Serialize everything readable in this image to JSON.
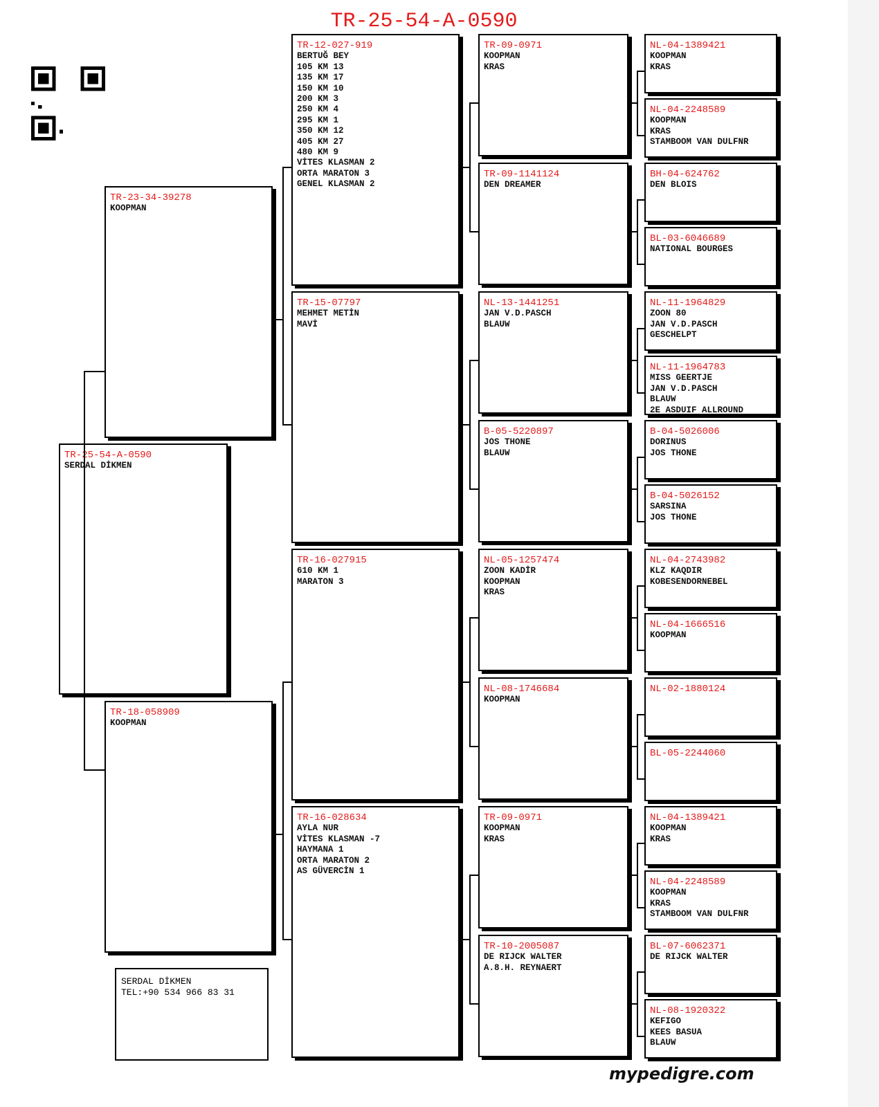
{
  "title": "TR-25-54-A-0590",
  "footer": "mypedigre.com",
  "contact": {
    "name": "SERDAL DİKMEN",
    "phone": "TEL:+90 534 966 83 31"
  },
  "generations": [
    [
      {
        "ring": "TR-25-54-A-0590",
        "lines": [
          "SERDAL DİKMEN"
        ]
      }
    ],
    [
      {
        "ring": "TR-23-34-39278",
        "lines": [
          "KOOPMAN"
        ]
      },
      {
        "ring": "TR-18-058909",
        "lines": [
          "KOOPMAN"
        ]
      }
    ],
    [
      {
        "ring": "TR-12-027-919",
        "lines": [
          "BERTUĞ BEY",
          "105 KM 13",
          "135 KM 17",
          "150 KM 10",
          "200 KM 3",
          "250 KM 4",
          "295 KM 1",
          "350 KM 12",
          "405 KM 27",
          "480 KM 9",
          "VİTES KLASMAN 2",
          "ORTA MARATON 3",
          "GENEL KLASMAN 2"
        ]
      },
      {
        "ring": "TR-15-07797",
        "lines": [
          "MEHMET METİN",
          "MAVİ"
        ]
      },
      {
        "ring": "TR-16-027915",
        "lines": [
          "610 KM 1",
          "MARATON 3"
        ]
      },
      {
        "ring": "TR-16-028634",
        "lines": [
          "AYLA NUR",
          "VİTES KLASMAN -7",
          "HAYMANA 1",
          "ORTA MARATON 2",
          "AS GÜVERCİN 1"
        ]
      }
    ],
    [
      {
        "ring": "TR-09-0971",
        "lines": [
          "KOOPMAN",
          "KRAS"
        ]
      },
      {
        "ring": "TR-09-1141124",
        "lines": [
          "DEN DREAMER"
        ]
      },
      {
        "ring": "NL-13-1441251",
        "lines": [
          "JAN V.D.PASCH",
          "BLAUW"
        ]
      },
      {
        "ring": "B-05-5220897",
        "lines": [
          "JOS THONE",
          "BLAUW"
        ]
      },
      {
        "ring": "NL-05-1257474",
        "lines": [
          "ZOON KADİR",
          "KOOPMAN",
          "KRAS"
        ]
      },
      {
        "ring": "NL-08-1746684",
        "lines": [
          "KOOPMAN"
        ]
      },
      {
        "ring": "TR-09-0971",
        "lines": [
          "KOOPMAN",
          "KRAS"
        ]
      },
      {
        "ring": "TR-10-2005087",
        "lines": [
          "DE RIJCK WALTER",
          "A.8.H. REYNAERT"
        ]
      }
    ],
    [
      {
        "ring": "NL-04-1389421",
        "lines": [
          "KOOPMAN",
          "KRAS"
        ]
      },
      {
        "ring": "NL-04-2248589",
        "lines": [
          "KOOPMAN",
          "KRAS",
          "STAMBOOM VAN DULFNR"
        ]
      },
      {
        "ring": "BH-04-624762",
        "lines": [
          "DEN BLOIS"
        ]
      },
      {
        "ring": "BL-03-6046689",
        "lines": [
          "NATIONAL BOURGES"
        ]
      },
      {
        "ring": "NL-11-1964829",
        "lines": [
          "ZOON 80",
          "JAN V.D.PASCH",
          "GESCHELPT"
        ]
      },
      {
        "ring": "NL-11-1964783",
        "lines": [
          "MISS GEERTJE",
          "JAN V.D.PASCH",
          "BLAUW",
          "2E ASDUIF ALLROUND"
        ]
      },
      {
        "ring": "B-04-5026006",
        "lines": [
          "DORINUS",
          "JOS THONE"
        ]
      },
      {
        "ring": "B-04-5026152",
        "lines": [
          "SARSINA",
          "JOS THONE"
        ]
      },
      {
        "ring": "NL-04-2743982",
        "lines": [
          "KLZ KAQDIR",
          "KOBESENDORNEBEL"
        ]
      },
      {
        "ring": "NL-04-1666516",
        "lines": [
          "KOOPMAN"
        ]
      },
      {
        "ring": "NL-02-1880124",
        "lines": []
      },
      {
        "ring": "BL-05-2244060",
        "lines": []
      },
      {
        "ring": "NL-04-1389421",
        "lines": [
          "KOOPMAN",
          "KRAS"
        ]
      },
      {
        "ring": "NL-04-2248589",
        "lines": [
          "KOOPMAN",
          "KRAS",
          "STAMBOOM VAN DULFNR"
        ]
      },
      {
        "ring": "BL-07-6062371",
        "lines": [
          "DE RIJCK WALTER"
        ]
      },
      {
        "ring": "NL-08-1920322",
        "lines": [
          "KEFIGO",
          "KEES BASUA",
          "BLAUW"
        ]
      }
    ]
  ]
}
